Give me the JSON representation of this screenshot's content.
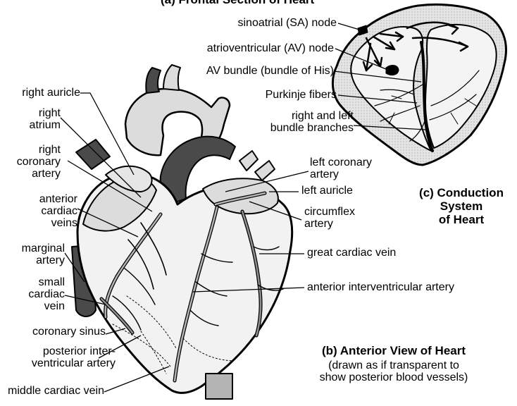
{
  "titles": {
    "frontal_section": "(a) Frontal Section of Heart",
    "conduction": [
      "(c) Conduction",
      "System",
      "of Heart"
    ],
    "anterior_view": "(b) Anterior View of Heart",
    "anterior_note": [
      "(drawn as if transparent to",
      "show posterior blood vessels)"
    ]
  },
  "labels": {
    "sa_node": "sinoatrial (SA) node",
    "av_node": "atrioventricular (AV) node",
    "av_bundle": "AV bundle (bundle of His)",
    "purkinje": "Purkinje fibers",
    "bundle_branches": [
      "right and left",
      "bundle branches"
    ],
    "right_auricle": "right auricle",
    "right_atrium": [
      "right",
      "atrium"
    ],
    "right_coronary": [
      "right",
      "coronary",
      "artery"
    ],
    "anterior_cardiac_veins": [
      "anterior",
      "cardiac",
      "veins"
    ],
    "marginal_artery": [
      "marginal",
      "artery"
    ],
    "small_cardiac_vein": [
      "small",
      "cardiac",
      "vein"
    ],
    "coronary_sinus": "coronary sinus",
    "posterior_interventricular": [
      "posterior inter-",
      "ventricular artery"
    ],
    "middle_cardiac_vein": "middle cardiac vein",
    "left_coronary": [
      "left coronary",
      "artery"
    ],
    "left_auricle": "left auricle",
    "circumflex": [
      "circumflex",
      "artery"
    ],
    "great_cardiac_vein": "great cardiac vein",
    "anterior_interventricular": "anterior interventricular artery"
  },
  "colors": {
    "ink": "#000000",
    "light_fill": "#dcdcdc",
    "medium_fill": "#b4b4b4",
    "dark_vessel": "#4a4a4a",
    "background": "#ffffff"
  }
}
